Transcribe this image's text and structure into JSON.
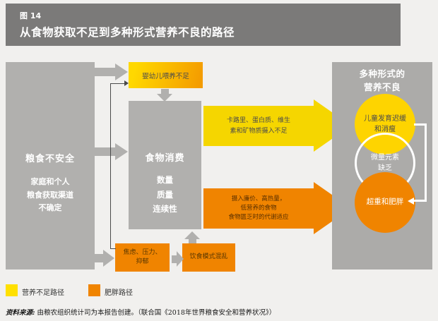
{
  "palette": {
    "background": "#f1f0ee",
    "header_gray": "#7b7a79",
    "box_gray": "#b1b0ae",
    "panel_gray": "#acaba9",
    "pathway_yellow": "#f5d600",
    "circle_yellow": "#fed400",
    "legend_yellow": "#ffe000",
    "pathway_orange": "#f08400"
  },
  "header": {
    "figure_label": "图 14",
    "title": "从食物获取不足到多种形式营养不良的路径"
  },
  "diagram": {
    "food_insecurity": {
      "title": "粮食不安全",
      "lines": [
        "家庭和个人",
        "粮食获取渠道",
        "不确定"
      ]
    },
    "infant_feeding": {
      "label": "婴幼儿喂养不足"
    },
    "food_consumption": {
      "title": "食物消费",
      "items": [
        "数量",
        "质量",
        "连续性"
      ]
    },
    "undernutrition_arrow": {
      "lines": [
        "卡路里、蛋白质、维生",
        "素和矿物质摄入不足"
      ]
    },
    "obesity_arrow": {
      "lines": [
        "摄入廉价、高热量，",
        "低营养的食物",
        "食物匮乏时的代谢适应"
      ]
    },
    "anxiety_box": {
      "lines": [
        "焦虑、压力、",
        "抑郁"
      ]
    },
    "eating_pattern_box": {
      "label": "饮食模式混乱"
    },
    "malnutrition_panel": {
      "title_lines": [
        "多种形式的",
        "营养不良"
      ],
      "circle_stunting": {
        "lines": [
          "儿童发育迟缓",
          "和消瘦"
        ]
      },
      "circle_micronutrient": {
        "lines": [
          "微量元素",
          "缺乏"
        ]
      },
      "circle_overweight": {
        "label": "超重和肥胖"
      }
    }
  },
  "legend": {
    "items": [
      {
        "label": "营养不足路径",
        "color": "#ffe000"
      },
      {
        "label": "肥胖路径",
        "color": "#f08400"
      }
    ]
  },
  "source": {
    "label": "资料来源:",
    "text": "由粮农组织统计司为本报告创建。（联合国《2018年世界粮食安全和营养状况》）"
  }
}
